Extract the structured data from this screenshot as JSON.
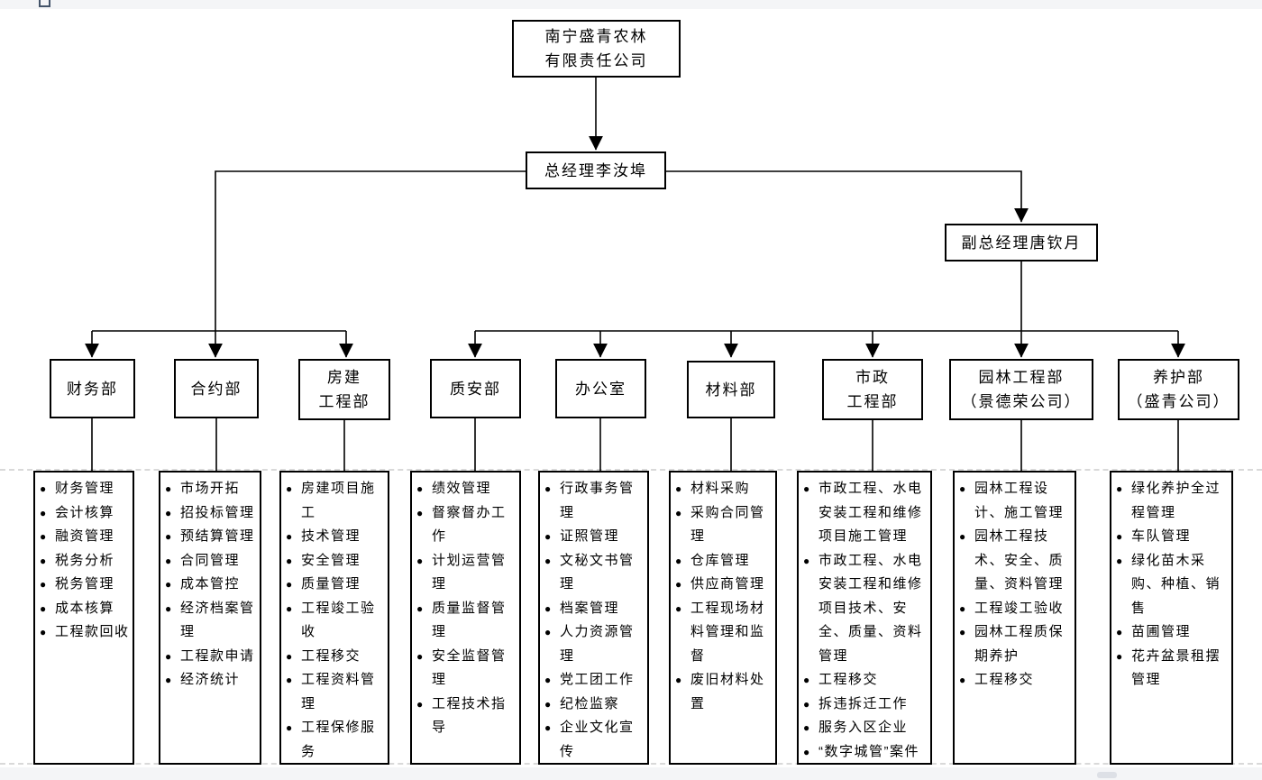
{
  "window": {
    "top_icon": "shape-icon",
    "scrollbar": "horizontal-scrollbar-thumb"
  },
  "colors": {
    "line": "#000000",
    "box_border": "#000000",
    "chrome_bg": "#f4f5f7",
    "scroll_thumb": "#dde0e6",
    "dashed_boundary": "#d9d9d9"
  },
  "chart": {
    "bullet": "●",
    "root": {
      "title": "南宁盛青农林\n有限责任公司"
    },
    "general_manager": {
      "title": "总经理李汝埠"
    },
    "deputy_general_manager": {
      "title": "副总经理唐钦月"
    },
    "departments": [
      {
        "title": "财务部",
        "duties": [
          "财务管理",
          "会计核算",
          "融资管理",
          "税务分析",
          "税务管理",
          "成本核算",
          "工程款回收"
        ]
      },
      {
        "title": "合约部",
        "duties": [
          "市场开拓",
          "招投标管理",
          "预结算管理",
          "合同管理",
          "成本管控",
          "经济档案管理",
          "工程款申请",
          "经济统计"
        ]
      },
      {
        "title": "房建\n工程部",
        "duties": [
          "房建项目施工",
          "技术管理",
          "安全管理",
          "质量管理",
          "工程竣工验收",
          "工程移交",
          "工程资料管理",
          "工程保修服务"
        ]
      },
      {
        "title": "质安部",
        "duties": [
          "绩效管理",
          "督察督办工作",
          "计划运营管理",
          "质量监督管理",
          "安全监督管理",
          "工程技术指导"
        ]
      },
      {
        "title": "办公室",
        "duties": [
          "行政事务管理",
          "证照管理",
          "文秘文书管理",
          "档案管理",
          "人力资源管理",
          "党工团工作",
          "纪检监察",
          "企业文化宣传"
        ]
      },
      {
        "title": "材料部",
        "duties": [
          "材料采购",
          "采购合同管理",
          "仓库管理",
          "供应商管理",
          "工程现场材料管理和监督",
          "废旧材料处置"
        ]
      },
      {
        "title": "市政\n工程部",
        "duties": [
          "市政工程、水电安装工程和维修项目施工管理",
          "市政工程、水电安装工程和维修项目技术、安全、质量、资料管理",
          "工程移交",
          "拆违拆迁工作",
          "服务入区企业",
          "“数字城管”案件处理"
        ]
      },
      {
        "title": "园林工程部\n（景德荣公司）",
        "duties": [
          "园林工程设计、施工管理",
          "园林工程技术、安全、质量、资料管理",
          "工程竣工验收",
          "园林工程质保期养护",
          "工程移交"
        ]
      },
      {
        "title": "养护部\n（盛青公司）",
        "duties": [
          "绿化养护全过程管理",
          "车队管理",
          "绿化苗木采购、种植、销售",
          "苗圃管理",
          "花卉盆景租摆管理"
        ]
      }
    ]
  }
}
